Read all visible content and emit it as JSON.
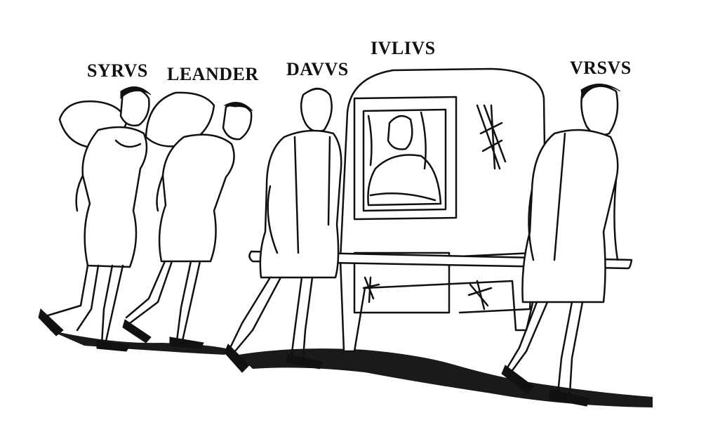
{
  "figures": [
    {
      "id": "syrus",
      "label": "SYRVS"
    },
    {
      "id": "leander",
      "label": "LEANDER"
    },
    {
      "id": "davus",
      "label": "DAVVS"
    },
    {
      "id": "iulius",
      "label": "IVLIVS"
    },
    {
      "id": "ursus",
      "label": "VRSVS"
    }
  ],
  "colors": {
    "ink": "#111111",
    "paper": "#ffffff"
  }
}
